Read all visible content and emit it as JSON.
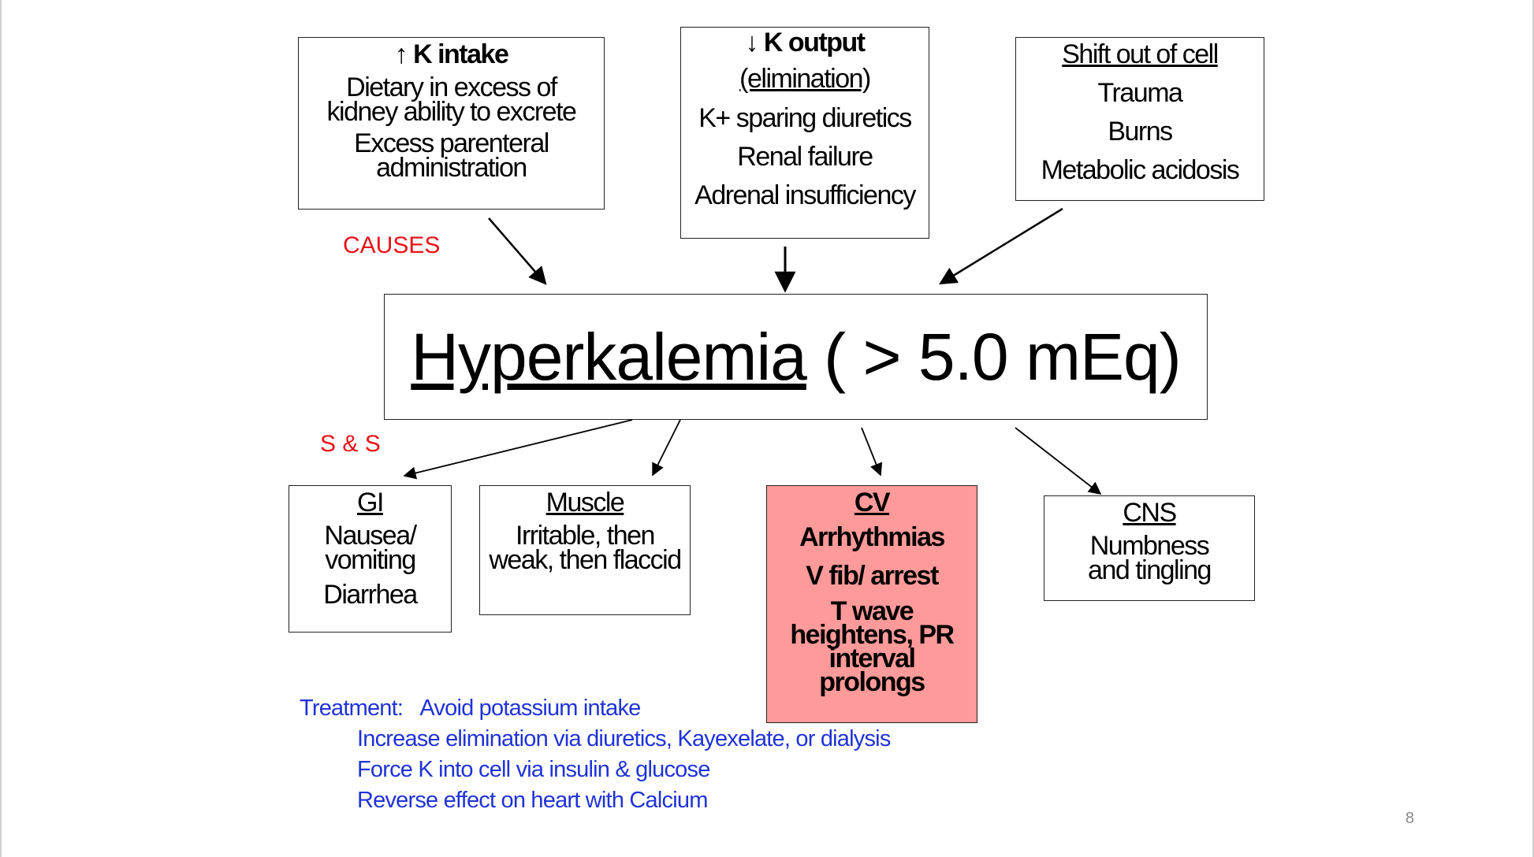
{
  "causes": {
    "label": "CAUSES",
    "intake": {
      "title": "↑ K intake",
      "lines": [
        "Dietary in excess of kidney ability to excrete",
        "Excess parenteral administration"
      ]
    },
    "output": {
      "title": "↓ K output",
      "subtitle": "(elimination)",
      "lines": [
        "K+ sparing diuretics",
        "Renal failure",
        "Adrenal insufficiency"
      ]
    },
    "shift": {
      "title": "Shift out of cell",
      "lines": [
        "Trauma",
        "Burns",
        "Metabolic acidosis"
      ]
    }
  },
  "main": {
    "term": "Hyperkalemia",
    "rest": " ( > 5.0 mEq)"
  },
  "signs": {
    "label": "S & S",
    "gi": {
      "title": "GI",
      "lines": [
        "Nausea/ vomiting",
        "Diarrhea"
      ]
    },
    "muscle": {
      "title": "Muscle",
      "lines": [
        "Irritable, then weak, then flaccid"
      ]
    },
    "cv": {
      "title": "CV",
      "lines": [
        "Arrhythmias",
        "V fib/ arrest",
        "T wave heightens, PR interval prolongs"
      ]
    },
    "cns": {
      "title": "CNS",
      "lines": [
        "Numbness and tingling"
      ]
    }
  },
  "treatment": {
    "label": "Treatment:",
    "first": "Avoid potassium intake",
    "items": [
      "Increase elimination via diuretics, Kayexelate, or dialysis",
      "Force K into cell via insulin & glucose",
      "Reverse effect on heart with Calcium"
    ]
  },
  "colors": {
    "cv_fill": "#ff9a9a",
    "label_red": "#e8121a",
    "treatment_blue": "#1f33d6"
  },
  "page_number": "8"
}
